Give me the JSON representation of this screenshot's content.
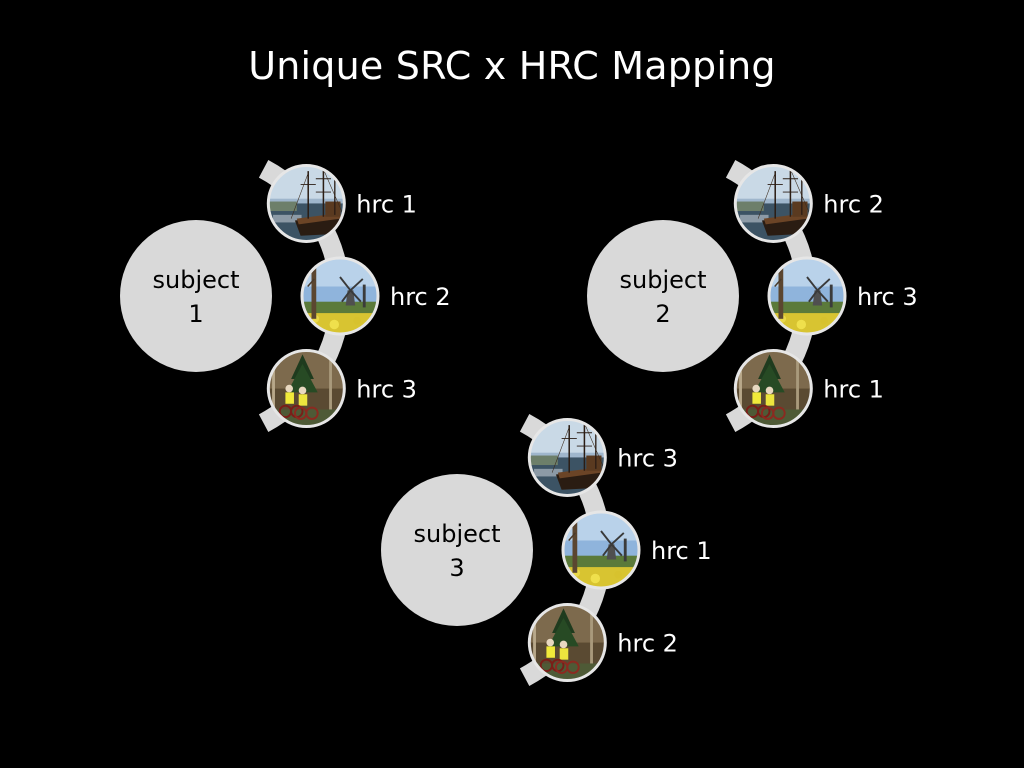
{
  "title": "Unique SRC x HRC Mapping",
  "colors": {
    "background": "#000000",
    "subject_circle": "#d9d9d9",
    "arc": "#d9d9d9",
    "thumb_border": "#e6e6e6",
    "hrc_text": "#ffffff"
  },
  "groups": [
    {
      "subject_line1": "subject",
      "subject_line2": "1",
      "items": [
        {
          "label": "hrc 1",
          "image": "ship-photo"
        },
        {
          "label": "hrc 2",
          "image": "windmill-photo"
        },
        {
          "label": "hrc 3",
          "image": "cyclists-photo"
        }
      ]
    },
    {
      "subject_line1": "subject",
      "subject_line2": "2",
      "items": [
        {
          "label": "hrc 2",
          "image": "ship-photo"
        },
        {
          "label": "hrc 3",
          "image": "windmill-photo"
        },
        {
          "label": "hrc 1",
          "image": "cyclists-photo"
        }
      ]
    },
    {
      "subject_line1": "subject",
      "subject_line2": "3",
      "items": [
        {
          "label": "hrc 3",
          "image": "ship-photo"
        },
        {
          "label": "hrc 1",
          "image": "windmill-photo"
        },
        {
          "label": "hrc 2",
          "image": "cyclists-photo"
        }
      ]
    }
  ]
}
